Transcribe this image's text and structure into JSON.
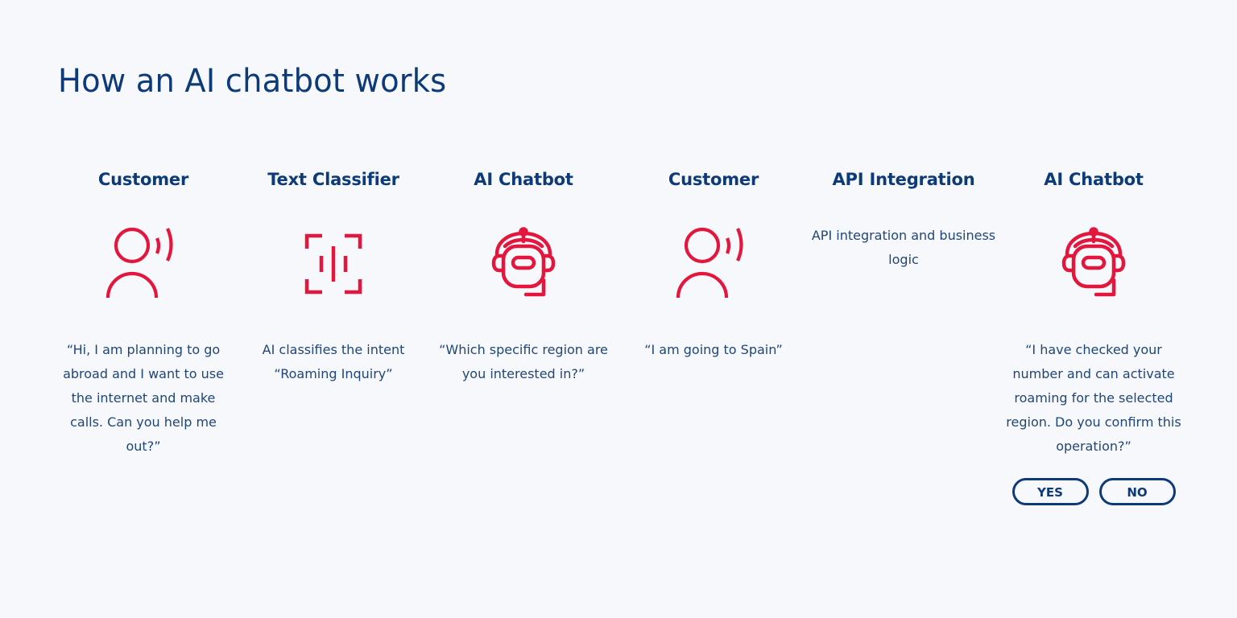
{
  "title": "How an AI chatbot works",
  "colors": {
    "background": "#f7f8fb",
    "heading": "#0d3a78",
    "body_text": "#1f4678",
    "icon": "#e3173e"
  },
  "steps": [
    {
      "title": "Customer",
      "icon": "person-speaking-icon",
      "text": "“Hi, I am planning to go abroad and I want to use the internet and make calls. Can you help me out?”"
    },
    {
      "title": "Text Classifier",
      "icon": "scan-classifier-icon",
      "text": "AI classifies the intent “Roaming Inquiry”"
    },
    {
      "title": "AI Chatbot",
      "icon": "robot-headset-icon",
      "text": "“Which specific region are you interested in?”"
    },
    {
      "title": "Customer",
      "icon": "person-speaking-icon",
      "text": "“I am going to Spain”"
    },
    {
      "title": "API Integration",
      "icon": "",
      "text": "API integration and business logic"
    },
    {
      "title": "AI Chatbot",
      "icon": "robot-headset-icon",
      "text": "“I have checked your number and can activate roaming for the selected region. Do you confirm this operation?”",
      "buttons": {
        "yes_label": "YES",
        "no_label": "NO"
      }
    }
  ]
}
